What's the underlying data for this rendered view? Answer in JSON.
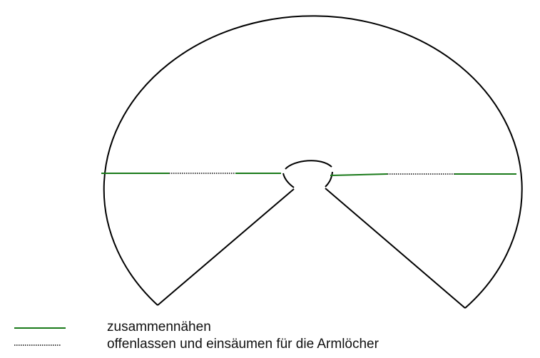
{
  "colors": {
    "outline": "#000000",
    "sew_seam": "#1a7a1a",
    "open_seam": "#444444"
  },
  "legend": {
    "items": [
      {
        "style": "solid-green",
        "label": "zusammennähen"
      },
      {
        "style": "dotted",
        "label": "offenlassen und einsäumen für die Armlöcher"
      }
    ]
  }
}
